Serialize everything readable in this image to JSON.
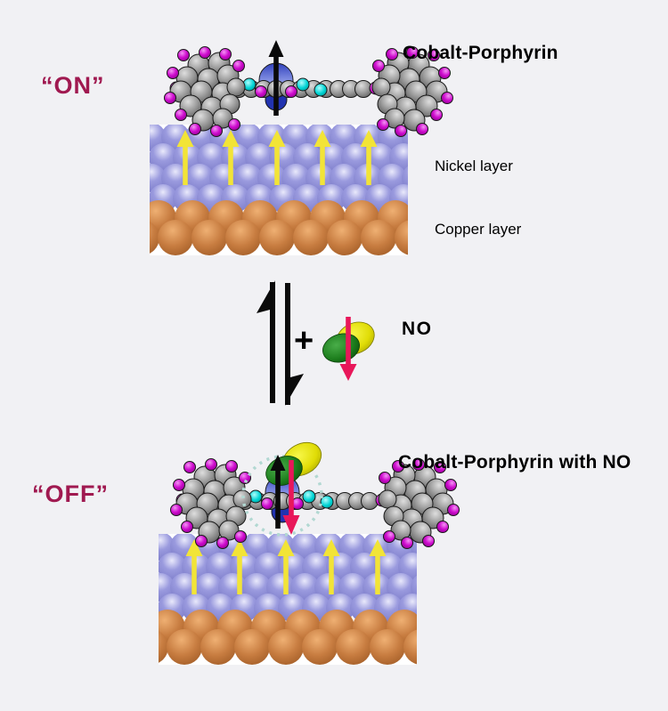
{
  "figure": {
    "states": {
      "on": {
        "label": "“ON”",
        "molecule_title": "Cobalt-Porphyrin"
      },
      "off": {
        "label": "“OFF”",
        "molecule_title": "Cobalt-Porphyrin with NO"
      }
    },
    "layer_labels": {
      "nickel": "Nickel layer",
      "copper": "Copper layer"
    },
    "reaction": {
      "plus_sign": "+",
      "adsorbate_label": "NO"
    },
    "colors": {
      "background": "#f1f1f4",
      "state_label_maroon": "#a01950",
      "title_text": "#000000",
      "nickel_sphere_purple": "#8d8dd6",
      "copper_sphere_orange": "#c77c40",
      "substrate_spin_yellow": "#f2e437",
      "molecule_spin_black": "#0a0a0a",
      "no_spin_crimson": "#e8175a",
      "carbon_gray": "#9a9a9a",
      "peripheral_magenta": "#cf0ccf",
      "nitrogen_cyan": "#00d4d4",
      "cobalt_blue": "#6f7fd8",
      "no_nitrogen_green": "#1d7e1d",
      "no_oxygen_yellow": "#e0dc06",
      "dashed_highlight": "#b2d8d2"
    }
  }
}
